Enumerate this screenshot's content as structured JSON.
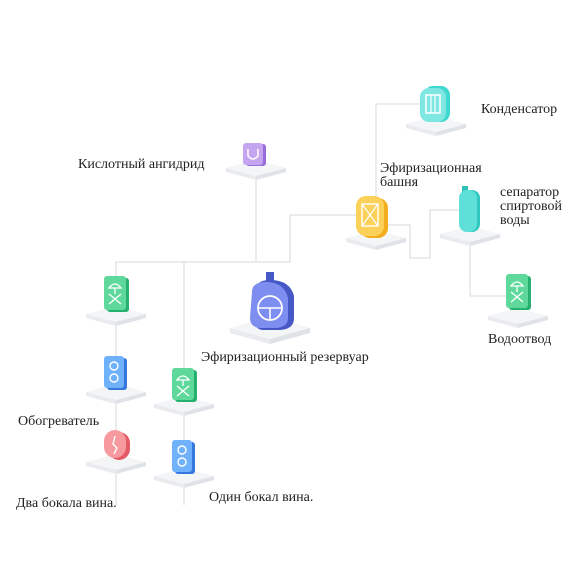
{
  "labels": {
    "condenser": "Конденсатор",
    "acid_anhydride": "Кислотный ангидрид",
    "tower_line1": "Эфиризационная",
    "tower_line2": "башня",
    "separator_line1": "сепаратор",
    "separator_line2": "спиртовой",
    "separator_line3": "воды",
    "drain": "Водоотвод",
    "reservoir": "Эфиризационный резервуар",
    "heater": "Обогреватель",
    "two_glasses": "Два бокала вина.",
    "one_glass": "Один бокал вина."
  },
  "colors": {
    "connector": "#d9d9d9",
    "platform_top": "#f4f5f7",
    "platform_side": "#e4e6ea",
    "purple": "#b48be6",
    "yellow": "#f9c23c",
    "cyan": "#3fd8d0",
    "green": "#38c983",
    "blue": "#4b9cf5",
    "red": "#f37f86",
    "navy": "#5a6ed8"
  },
  "icons": [
    "condenser-icon",
    "acid-anhydride-icon",
    "esterification-tower-icon",
    "alcohol-water-separator-icon",
    "drain-valve-icon",
    "esterification-reservoir-icon",
    "valve-icon",
    "heater-icon",
    "valve-icon",
    "pressure-gauge-icon",
    "heater-icon"
  ]
}
